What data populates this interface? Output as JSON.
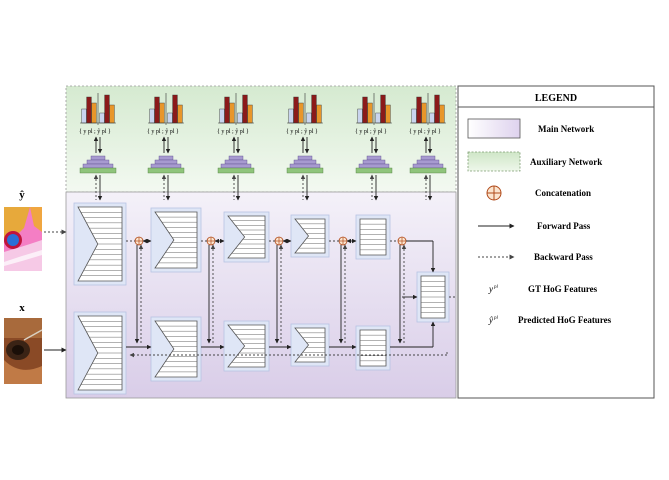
{
  "legend": {
    "title": "LEGEND",
    "items": [
      {
        "label": "Main Network",
        "symbol": "main-network-swatch"
      },
      {
        "label": "Auxiliary Network",
        "symbol": "auxiliary-network-swatch"
      },
      {
        "label": "Concatenation",
        "symbol": "concatenation-icon"
      },
      {
        "label": "Forward Pass",
        "symbol": "solid-arrow-icon"
      },
      {
        "label": "Backward Pass",
        "symbol": "dashed-arrow-icon"
      },
      {
        "label": "GT HoG Features",
        "symbol": "y-pl-symbol"
      },
      {
        "label": "Predicted HoG Features",
        "symbol": "y-hat-pl-symbol"
      }
    ],
    "symbols": {
      "gt": "y",
      "pred": "ŷ",
      "sup": "pl"
    }
  },
  "inputs": {
    "top_label": "ŷ",
    "bottom_label": "x"
  },
  "histogram_label": {
    "left": "{ y",
    "right": "ŷ",
    "sup": "pl",
    "close": "}"
  },
  "colors": {
    "main_network_fill": "#e8e0f0",
    "auxiliary_network_fill": "#e3f0dd",
    "bar_dark_red": "#8b1a1a",
    "bar_orange": "#e8962a",
    "bar_light_blue": "#c9d4ee",
    "pyramid_purple": "#a79ad0",
    "pyramid_green": "#8fc47b"
  }
}
